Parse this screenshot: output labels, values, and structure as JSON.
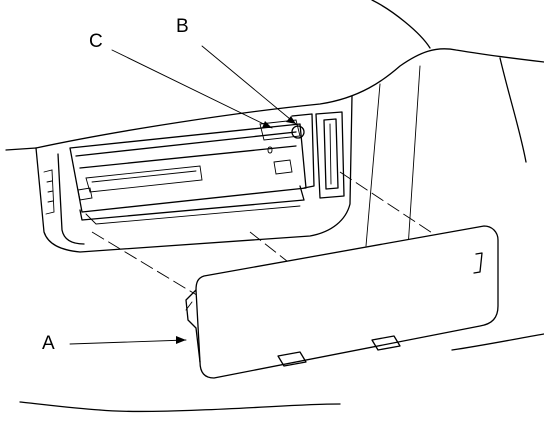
{
  "callouts": [
    {
      "id": "A",
      "text": "A"
    },
    {
      "id": "B",
      "text": "B"
    },
    {
      "id": "C",
      "text": "C"
    }
  ],
  "colors": {
    "line": "#000000",
    "background": "#ffffff"
  }
}
